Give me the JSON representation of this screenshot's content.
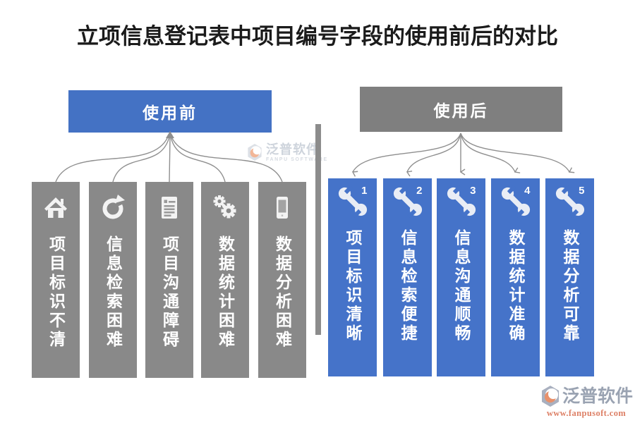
{
  "title": "立项信息登记表中项目编号字段的使用前后的对比",
  "before": {
    "header_label": "使用前",
    "items": [
      {
        "icon": "home-icon",
        "label": "项目标识不清"
      },
      {
        "icon": "refresh-icon",
        "label": "信息检索困难"
      },
      {
        "icon": "document-icon",
        "label": "项目沟通障碍"
      },
      {
        "icon": "gears-icon",
        "label": "数据统计困难"
      },
      {
        "icon": "mobile-icon",
        "label": "数据分析困难"
      }
    ]
  },
  "after": {
    "header_label": "使用后",
    "items": [
      {
        "icon": "wrench-icon",
        "number": "1",
        "label": "项目标识清晰"
      },
      {
        "icon": "wrench-icon",
        "number": "2",
        "label": "信息检索便捷"
      },
      {
        "icon": "wrench-icon",
        "number": "3",
        "label": "信息沟通顺畅"
      },
      {
        "icon": "wrench-icon",
        "number": "4",
        "label": "数据统计准确"
      },
      {
        "icon": "wrench-icon",
        "number": "5",
        "label": "数据分析可靠"
      }
    ]
  },
  "watermark_center": {
    "name": "泛普软件",
    "subtitle": "FANPU SOFTWARE"
  },
  "brand_footer": {
    "name": "泛普软件",
    "url": "www.fanpusoft.com"
  },
  "colors": {
    "accent_blue": "#4472C4",
    "neutral_gray": "#7F7F7F",
    "column_gray": "#898989",
    "column_blue": "#4573C9",
    "connector": "#8f8f8f"
  }
}
